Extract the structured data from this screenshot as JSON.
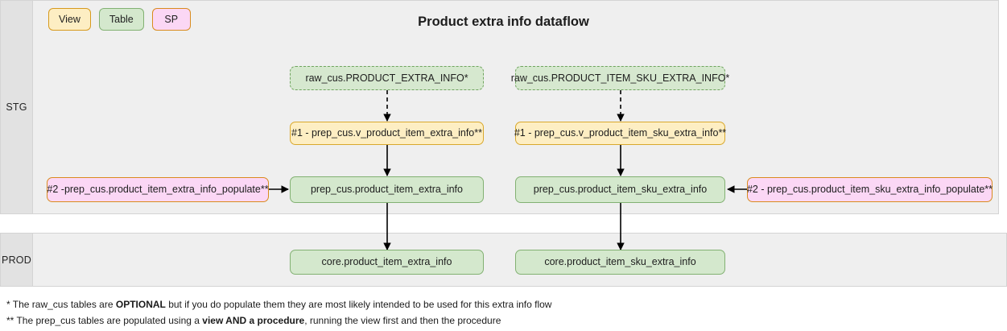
{
  "title": "Product extra info dataflow",
  "legend": [
    {
      "label": "View",
      "kind": "view"
    },
    {
      "label": "Table",
      "kind": "table"
    },
    {
      "label": "SP",
      "kind": "sp"
    }
  ],
  "lanes": [
    {
      "id": "stg",
      "label": "STG"
    },
    {
      "id": "prod",
      "label": "PROD"
    }
  ],
  "nodes": {
    "raw_left": "raw_cus.PRODUCT_EXTRA_INFO*",
    "raw_right": "raw_cus.PRODUCT_ITEM_SKU_EXTRA_INFO*",
    "view_left": "#1 - prep_cus.v_product_item_extra_info**",
    "view_right": "#1 - prep_cus.v_product_item_sku_extra_info**",
    "prep_left": "prep_cus.product_item_extra_info",
    "prep_right": "prep_cus.product_item_sku_extra_info",
    "sp_left": "#2 -prep_cus.product_item_extra_info_populate**",
    "sp_right": "#2 - prep_cus.product_item_sku_extra_info_populate**",
    "core_left": "core.product_item_extra_info",
    "core_right": "core.product_item_sku_extra_info"
  },
  "footnotes": {
    "one": {
      "prefix": "* The raw_cus tables are ",
      "bold": "OPTIONAL",
      "suffix": " but if you do populate them they are most likely intended to be used for this extra info flow"
    },
    "two": {
      "prefix": "** The prep_cus tables are populated using a ",
      "bold": "view AND a procedure",
      "suffix": ", running the view first and then the procedure"
    }
  },
  "colors": {
    "lane_background": "#efefef",
    "lane_header_background": "#e2e2e2",
    "view_fill": "#fdeec3",
    "view_border": "#d9a82c",
    "table_fill": "#d4e8cd",
    "table_border": "#82b172",
    "sp_fill": "#fbd7f5",
    "sp_border": "#d98b1e",
    "raw_fill": "#d6e8cf",
    "raw_border": "#6fa45e",
    "edge": "#000000"
  }
}
